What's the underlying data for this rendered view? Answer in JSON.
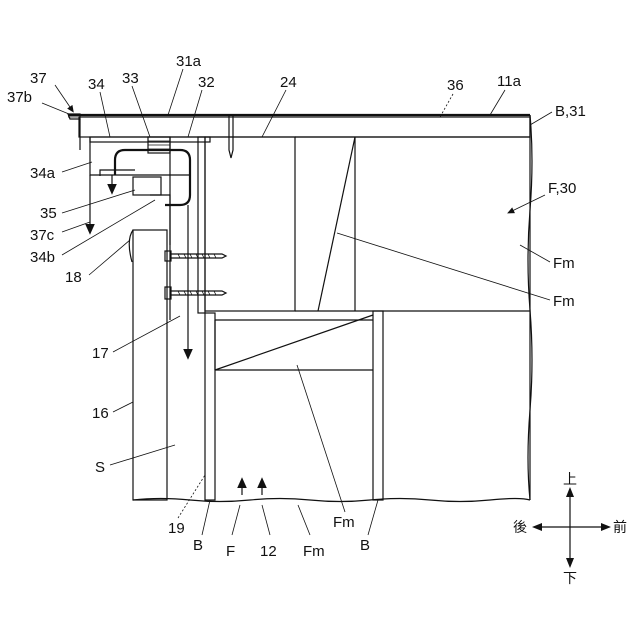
{
  "labels": {
    "l37": "37",
    "l37b": "37b",
    "l34": "34",
    "l33": "33",
    "l31a": "31a",
    "l32": "32",
    "l24": "24",
    "l36": "36",
    "l11a": "11a",
    "lB31": "B,31",
    "l34a": "34a",
    "l35": "35",
    "l37c": "37c",
    "l34b": "34b",
    "l18": "18",
    "lF30": "F,30",
    "lFm1": "Fm",
    "lFm2": "Fm",
    "l17": "17",
    "l16": "16",
    "lS": "S",
    "l19": "19",
    "lB1": "B",
    "lF": "F",
    "l12": "12",
    "lFm3": "Fm",
    "lFm4": "Fm",
    "lB2": "B"
  },
  "directions": {
    "up": "上",
    "down": "下",
    "back": "後",
    "front": "前"
  }
}
